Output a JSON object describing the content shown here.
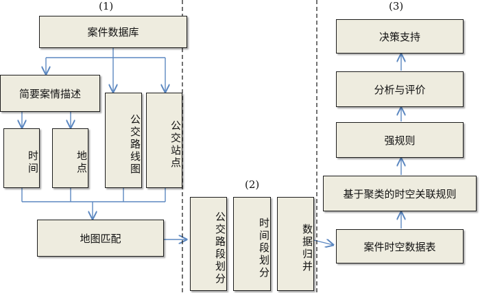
{
  "sections": [
    {
      "label": "(1)"
    },
    {
      "label": "(2)"
    },
    {
      "label": "(3)"
    }
  ],
  "stage1": {
    "case_db": "案件数据库",
    "brief": "简要案情描述",
    "time": "时间",
    "place": "地点",
    "bus_route": "公交路线图",
    "bus_stop": "公交站点",
    "map_match": "地图匹配"
  },
  "stage2": {
    "segment": "公交路段划分",
    "period": "时间段划分",
    "merge": "数据归并"
  },
  "stage3": {
    "decision": "决策支持",
    "analysis": "分析与评价",
    "strong_rules": "强规则",
    "cluster_rules": "基于聚类的时空关联规则",
    "spatiotemporal_table": "案件时空数据表"
  },
  "colors": {
    "box_fill": "#eeecdf",
    "box_border": "#1a1a1a",
    "connector": "#5b87c0"
  }
}
